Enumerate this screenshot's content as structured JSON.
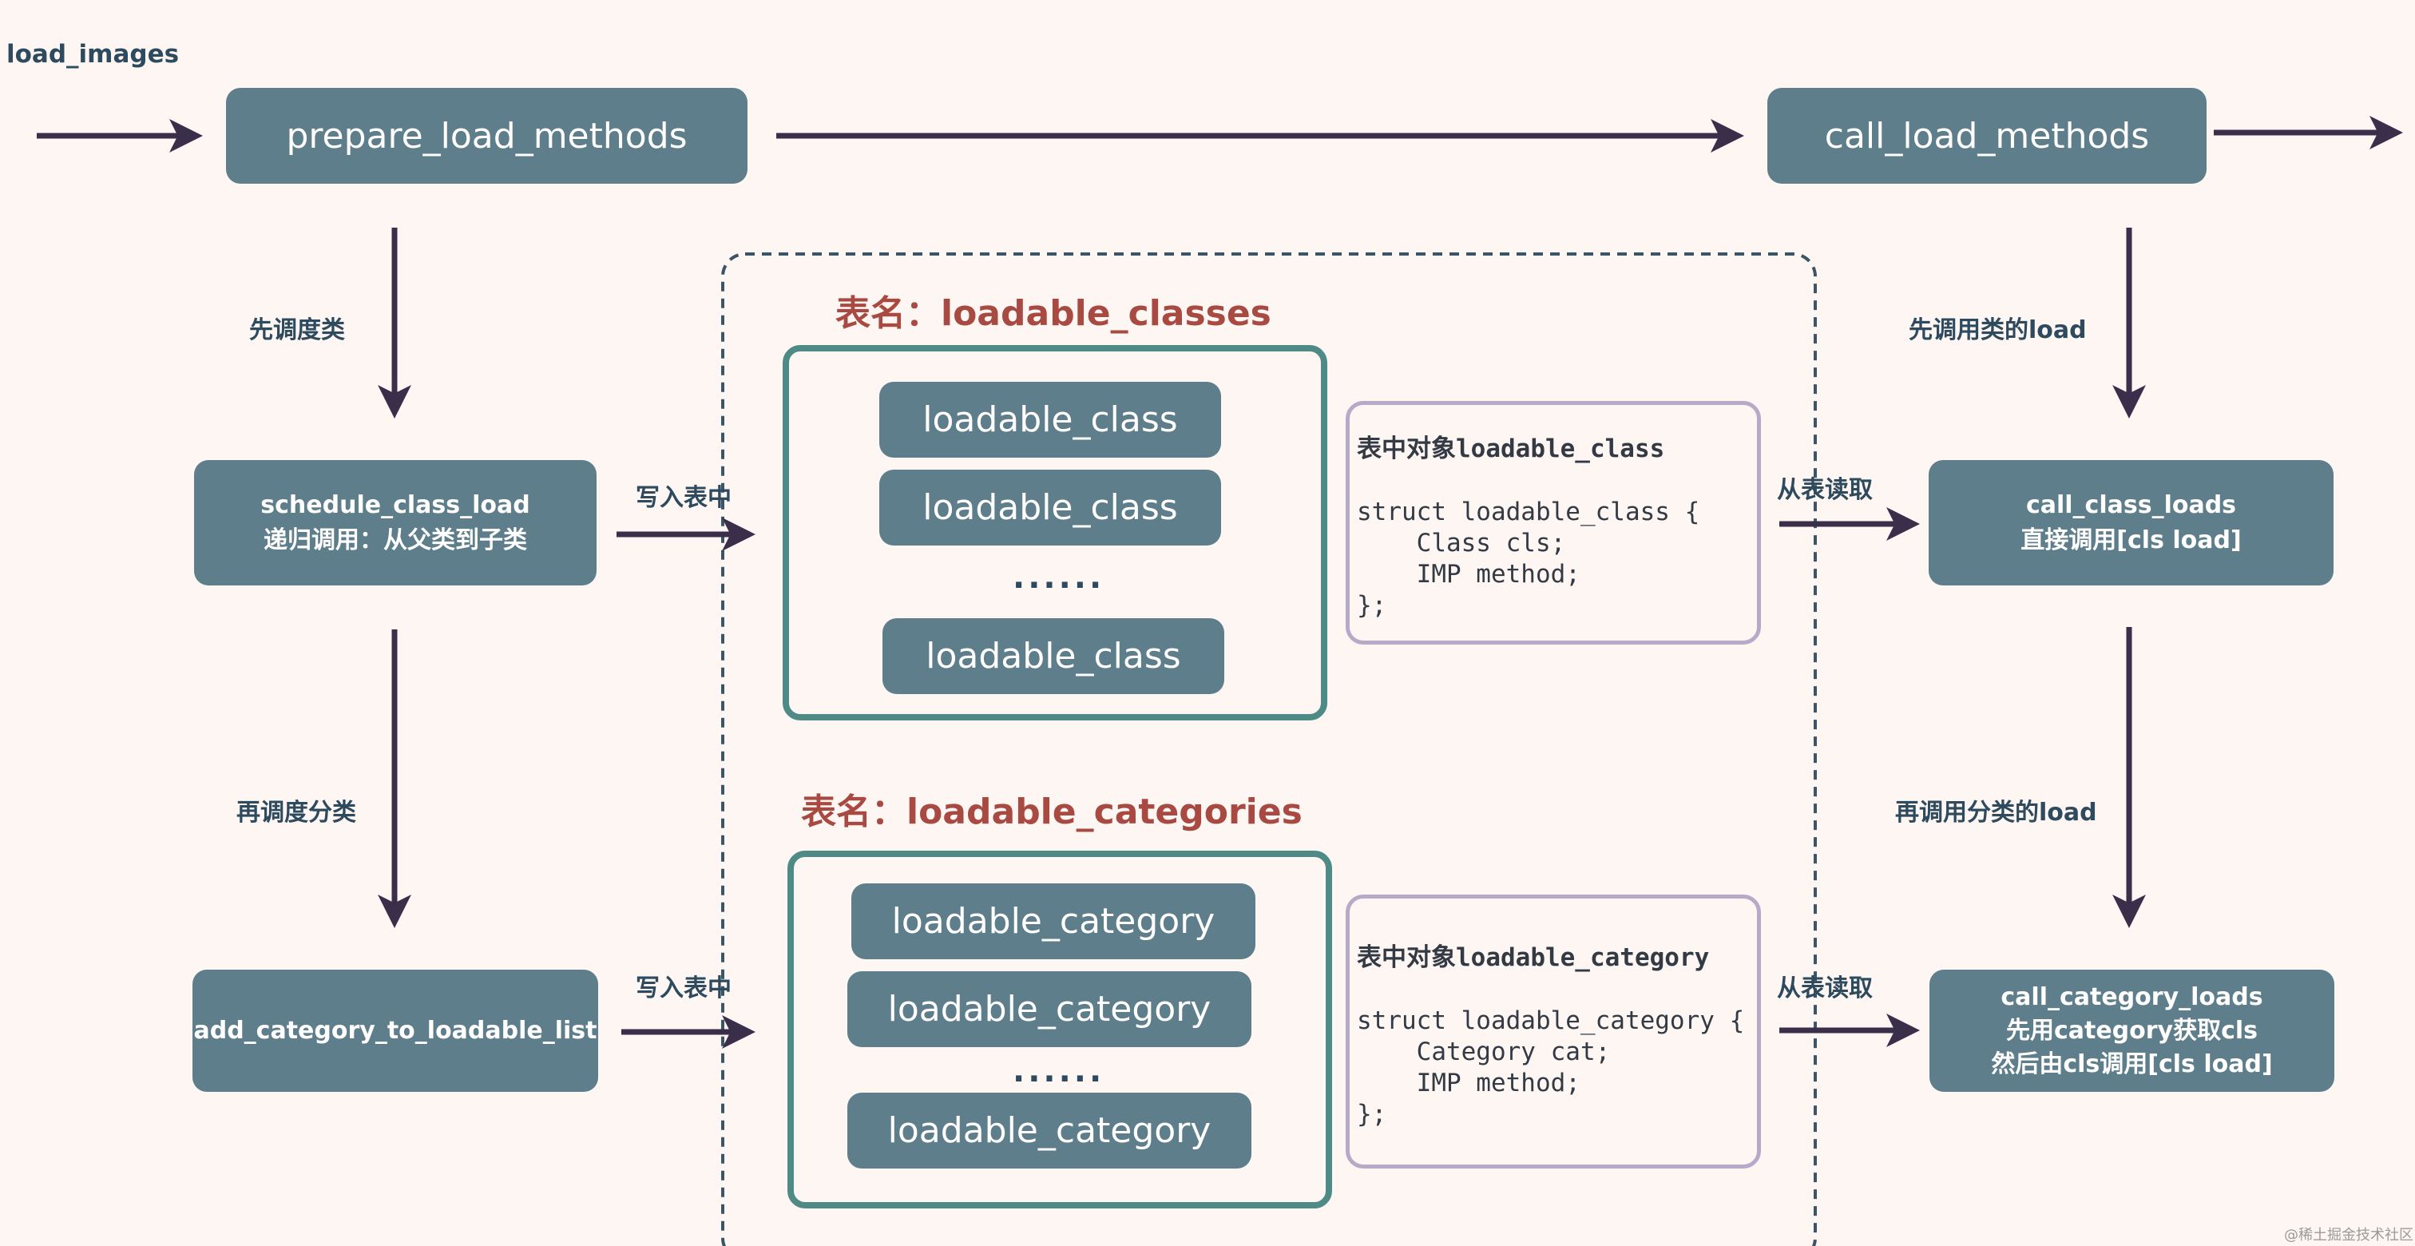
{
  "entry_label": "load_images",
  "prepare": "prepare_load_methods",
  "call": "call_load_methods",
  "left_steps": {
    "schedule_class_label": "先调度类",
    "schedule_class_line1": "schedule_class_load",
    "schedule_class_line2": "递归调用：从父类到子类",
    "schedule_category_label": "再调度分类",
    "add_category": "add_category_to_loadable_list",
    "write_label_1": "写入表中",
    "write_label_2": "写入表中"
  },
  "classes_table": {
    "title_prefix": "表名：",
    "title_name": "loadable_classes",
    "item": "loadable_class",
    "ellipsis": "......",
    "struct_heading": "表中对象loadable_class",
    "struct_code": "struct loadable_class {\n    Class cls;\n    IMP method;\n};"
  },
  "categories_table": {
    "title_prefix": "表名：",
    "title_name": "loadable_categories",
    "item": "loadable_category",
    "ellipsis": "......",
    "struct_heading": "表中对象loadable_category",
    "struct_code": "struct loadable_category {\n    Category cat;\n    IMP method;\n};"
  },
  "right_steps": {
    "call_class_label": "先调用类的load",
    "read_label_1": "从表读取",
    "call_class_line1": "call_class_loads",
    "call_class_line2": "直接调用[cls load]",
    "call_category_label": "再调用分类的load",
    "read_label_2": "从表读取",
    "call_category_line1": "call_category_loads",
    "call_category_line2": "先用category获取cls",
    "call_category_line3": "然后由cls调用[cls load]"
  },
  "watermark": "@稀土掘金技术社区",
  "colors": {
    "box": "#5d7e8a",
    "arrow": "#3a2f4a",
    "table_title": "#a94a42",
    "frame": "#4e8b86"
  }
}
